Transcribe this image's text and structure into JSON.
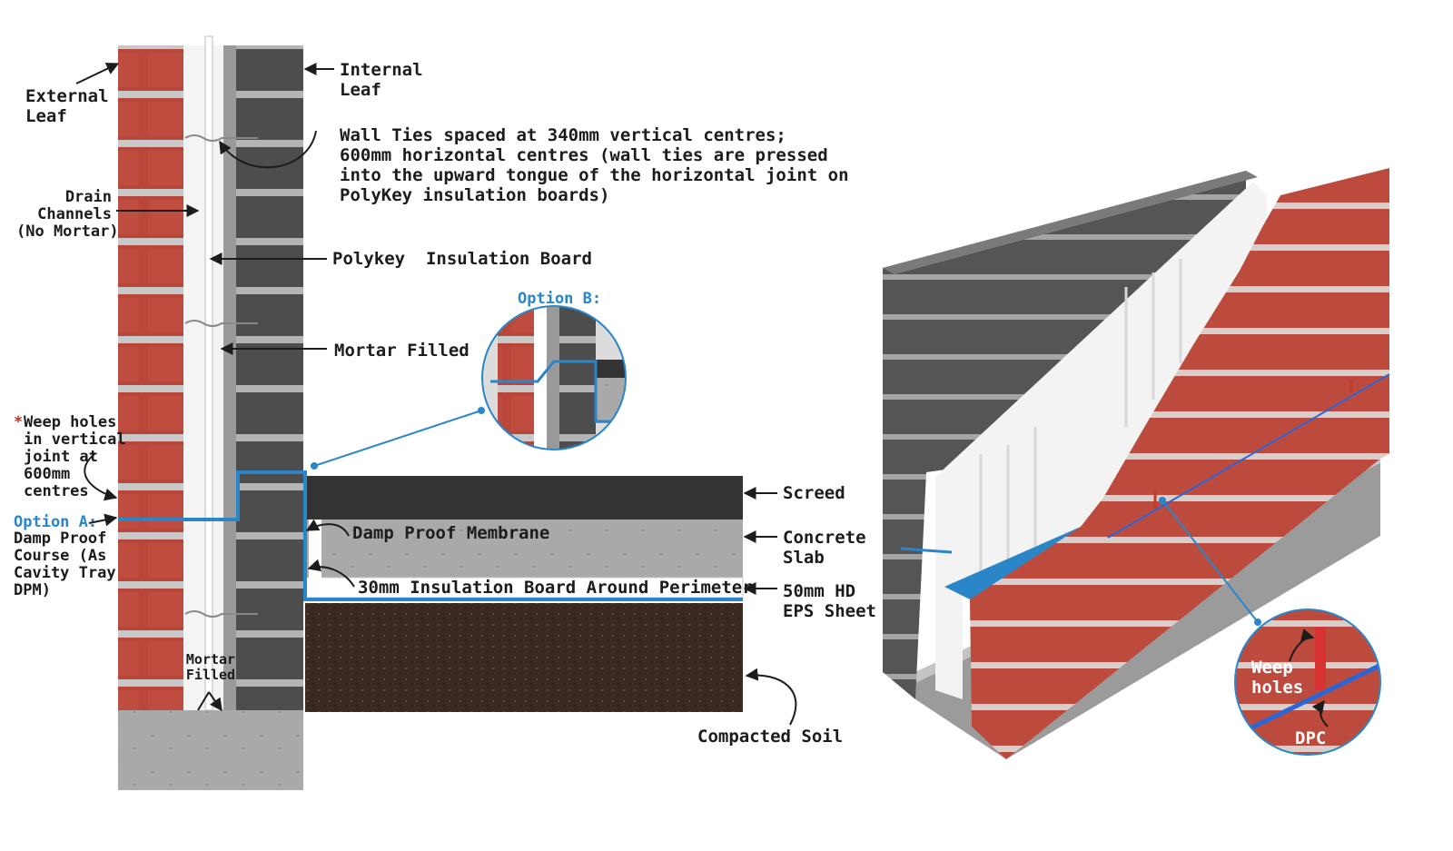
{
  "labels": {
    "internal_leaf": "Internal\nLeaf",
    "external_leaf": "External\nLeaf",
    "wall_ties": "Wall Ties spaced at 340mm vertical centres;\n600mm horizontal centres (wall ties are pressed\ninto the upward tongue of the horizontal joint on\nPolyKey insulation boards)",
    "drain_channels": "Drain\nChannels\n(No Mortar)",
    "polykey": "Polykey  Insulation Board",
    "mortar_filled": "Mortar Filled",
    "option_b": "Option B:",
    "weep_asterisk": "*",
    "weep_note": "Weep holes\nin vertical\njoint at\n600mm\ncentres",
    "option_a": "Option A:",
    "dpc_note": "Damp Proof\nCourse (As\nCavity Tray\nDPM)",
    "screed": "Screed",
    "damp_proof_membrane": "Damp Proof Membrane",
    "concrete_slab": "Concrete\nSlab",
    "insulation_perimeter": "30mm Insulation Board Around Perimeter",
    "eps_sheet": "50mm HD\nEPS Sheet",
    "mortar_filled_base": "Mortar\nFilled",
    "compacted_soil": "Compacted Soil",
    "weep_holes_inset": "Weep\nholes",
    "dpc_inset": "DPC"
  },
  "colors": {
    "brick": "#b8473a",
    "block": "#4a4a4a",
    "mortar": "#c9c9c9",
    "concrete": "#a7a7a7",
    "soil": "#3b2a22",
    "membrane": "#2a86c8",
    "insulation": "#ffffff",
    "text": "#1c1c1c"
  }
}
